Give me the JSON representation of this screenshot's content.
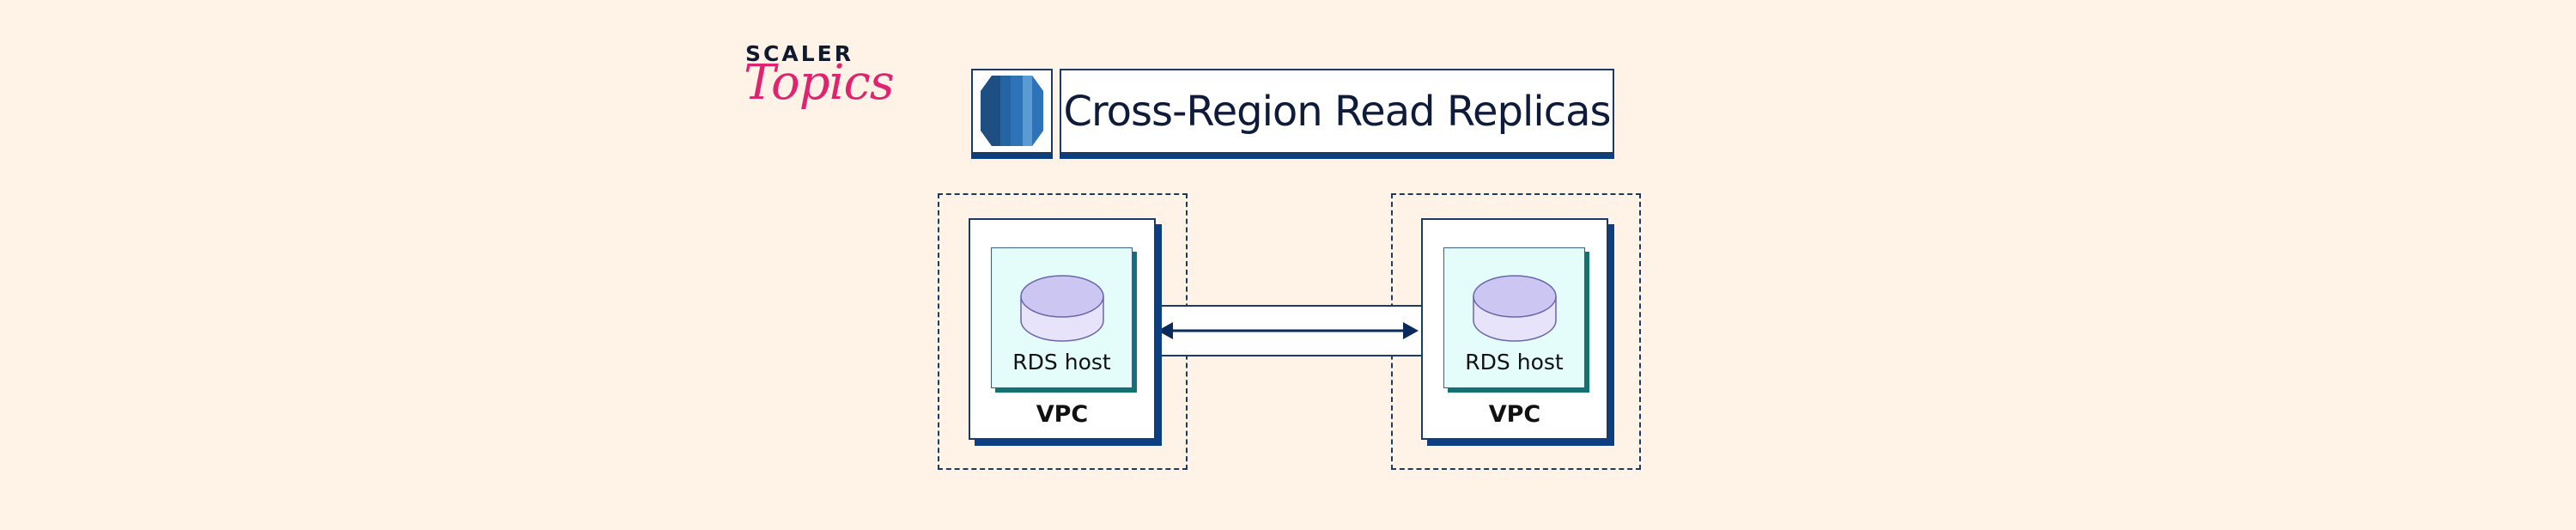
{
  "logo": {
    "line1": "SCALER",
    "line2": "Topics",
    "accent_color": "#e0236e"
  },
  "title": {
    "text": "Cross-Region Read Replicas",
    "icon": "aws-rds-icon"
  },
  "regions": [
    {
      "vpc_label": "VPC",
      "host_label": "RDS host",
      "host_icon": "database-icon"
    },
    {
      "vpc_label": "VPC",
      "host_label": "RDS host",
      "host_icon": "database-icon"
    }
  ],
  "connector": {
    "type": "bidirectional-arrow",
    "color": "#0b2a5c"
  },
  "colors": {
    "background": "#fef3e6",
    "border": "#1b3a64",
    "shadow": "#0b3f82",
    "host_fill": "#e4fdfa",
    "host_shadow": "#127273",
    "db_top": "#cbc6f2",
    "db_side": "#e6e3fb"
  }
}
